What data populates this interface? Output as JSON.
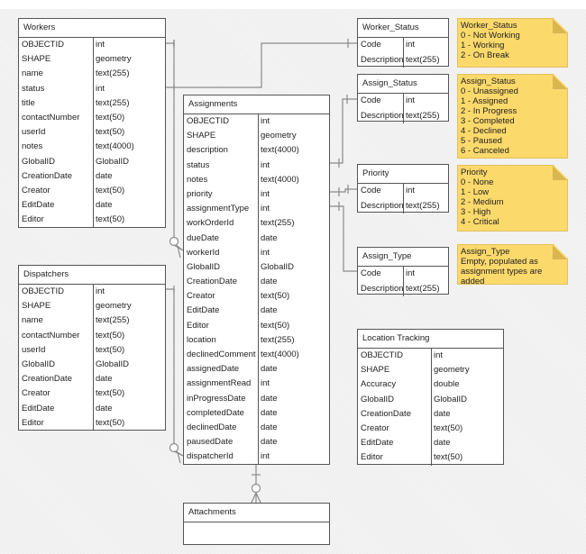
{
  "entities": {
    "workers": {
      "title": "Workers",
      "fields": [
        [
          "OBJECTID",
          "int"
        ],
        [
          "SHAPE",
          "geometry"
        ],
        [
          "name",
          "text(255)"
        ],
        [
          "status",
          "int"
        ],
        [
          "title",
          "text(255)"
        ],
        [
          "contactNumber",
          "text(50)"
        ],
        [
          "userId",
          "text(50)"
        ],
        [
          "notes",
          "text(4000)"
        ],
        [
          "GlobalID",
          "GlobalID"
        ],
        [
          "CreationDate",
          "date"
        ],
        [
          "Creator",
          "text(50)"
        ],
        [
          "EditDate",
          "date"
        ],
        [
          "Editor",
          "text(50)"
        ]
      ]
    },
    "assignments": {
      "title": "Assignments",
      "fields": [
        [
          "OBJECTID",
          "int"
        ],
        [
          "SHAPE",
          "geometry"
        ],
        [
          "description",
          "text(4000)"
        ],
        [
          "status",
          "int"
        ],
        [
          "notes",
          "text(4000)"
        ],
        [
          "priority",
          "int"
        ],
        [
          "assignmentType",
          "int"
        ],
        [
          "workOrderId",
          "text(255)"
        ],
        [
          "dueDate",
          "date"
        ],
        [
          "workerId",
          "int"
        ],
        [
          "GlobalID",
          "GlobalID"
        ],
        [
          "CreationDate",
          "date"
        ],
        [
          "Creator",
          "text(50)"
        ],
        [
          "EditDate",
          "date"
        ],
        [
          "Editor",
          "text(50)"
        ],
        [
          "location",
          "text(255)"
        ],
        [
          "declinedComment",
          "text(4000)"
        ],
        [
          "assignedDate",
          "date"
        ],
        [
          "assignmentRead",
          "int"
        ],
        [
          "inProgressDate",
          "date"
        ],
        [
          "completedDate",
          "date"
        ],
        [
          "declinedDate",
          "date"
        ],
        [
          "pausedDate",
          "date"
        ],
        [
          "dispatcherId",
          "int"
        ]
      ]
    },
    "dispatchers": {
      "title": "Dispatchers",
      "fields": [
        [
          "OBJECTID",
          "int"
        ],
        [
          "SHAPE",
          "geometry"
        ],
        [
          "name",
          "text(255)"
        ],
        [
          "contactNumber",
          "text(50)"
        ],
        [
          "userId",
          "text(50)"
        ],
        [
          "GlobalID",
          "GlobalID"
        ],
        [
          "CreationDate",
          "date"
        ],
        [
          "Creator",
          "text(50)"
        ],
        [
          "EditDate",
          "date"
        ],
        [
          "Editor",
          "text(50)"
        ]
      ]
    },
    "attachments": {
      "title": "Attachments",
      "fields": []
    },
    "worker_status": {
      "title": "Worker_Status",
      "fields": [
        [
          "Code",
          "int"
        ],
        [
          "Description",
          "text(255)"
        ]
      ]
    },
    "assign_status": {
      "title": "Assign_Status",
      "fields": [
        [
          "Code",
          "int"
        ],
        [
          "Description",
          "text(255)"
        ]
      ]
    },
    "priority": {
      "title": "Priority",
      "fields": [
        [
          "Code",
          "int"
        ],
        [
          "Description",
          "text(255)"
        ]
      ]
    },
    "assign_type": {
      "title": "Assign_Type",
      "fields": [
        [
          "Code",
          "int"
        ],
        [
          "Description",
          "text(255)"
        ]
      ]
    },
    "location_tracking": {
      "title": "Location Tracking",
      "fields": [
        [
          "OBJECTID",
          "int"
        ],
        [
          "SHAPE",
          "geometry"
        ],
        [
          "Accuracy",
          "double"
        ],
        [
          "GlobalID",
          "GlobalID"
        ],
        [
          "CreationDate",
          "date"
        ],
        [
          "Creator",
          "text(50)"
        ],
        [
          "EditDate",
          "date"
        ],
        [
          "Editor",
          "text(50)"
        ]
      ]
    }
  },
  "notes": {
    "worker_status": [
      "Worker_Status",
      "0 - Not Working",
      "1 - Working",
      "2 - On Break"
    ],
    "assign_status": [
      "Assign_Status",
      "0 - Unassigned",
      "1 - Assigned",
      "2 - In Progress",
      "3 - Completed",
      "4 - Declined",
      "5 - Paused",
      "6 - Canceled"
    ],
    "priority": [
      "Priority",
      "0 - None",
      "1 - Low",
      "2 - Medium",
      "3 - High",
      "4 - Critical"
    ],
    "assign_type": [
      "Assign_Type",
      "Empty, populated as",
      "assignment types are added"
    ]
  },
  "colors": {
    "note": "#fcd96b",
    "line": "#888888",
    "border": "#555555"
  }
}
